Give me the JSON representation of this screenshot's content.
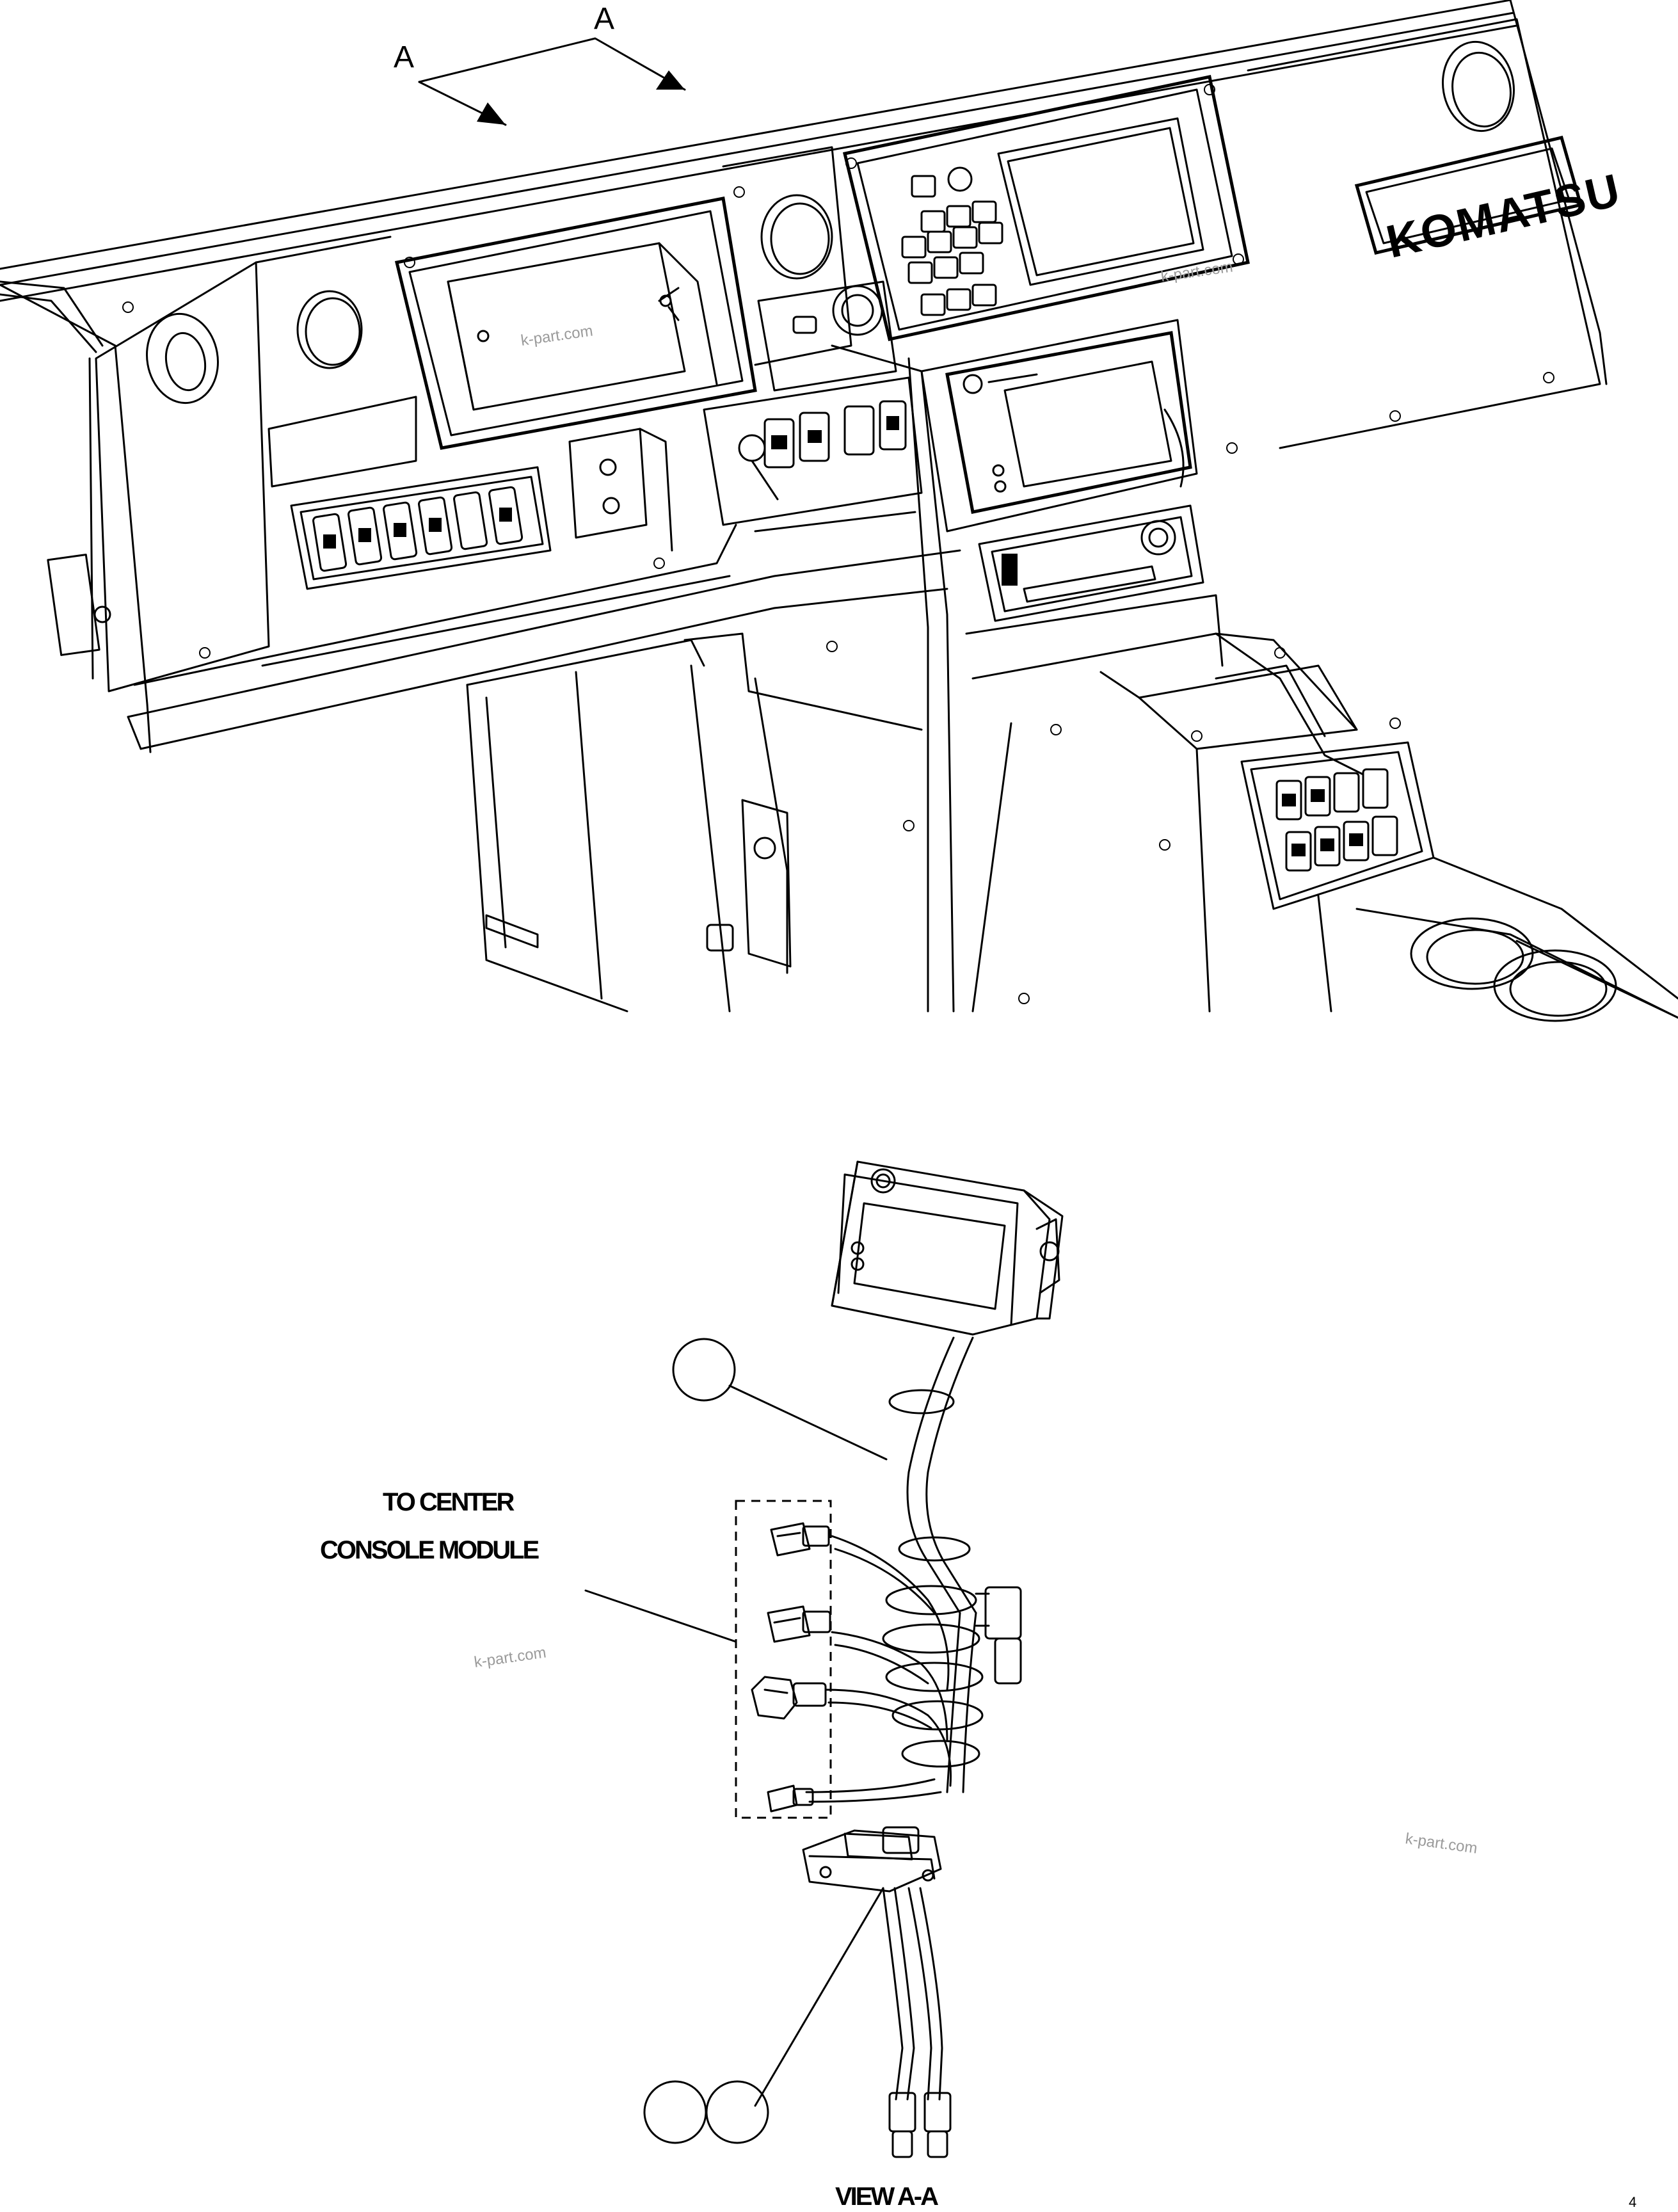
{
  "labels": {
    "section_arrow_left": "A",
    "section_arrow_right": "A",
    "brand_logo": "KOMATSU",
    "note_line1": "TO CENTER",
    "note_line2": "CONSOLE MODULE",
    "view_caption": "VIEW A-A",
    "drawing_number": "4"
  },
  "watermarks": [
    "k-part.com",
    "k-part.com",
    "k-part.com",
    "k-part.com"
  ],
  "colors": {
    "line": "#000000",
    "background": "#ffffff",
    "watermark": "#9a9a9a"
  }
}
